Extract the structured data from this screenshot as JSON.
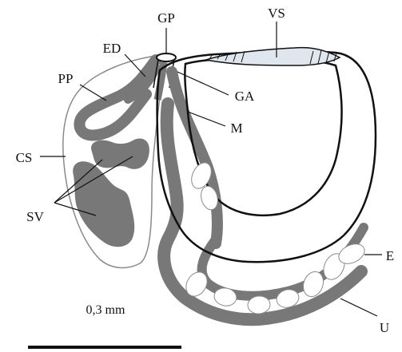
{
  "labels": {
    "gp": "GP",
    "vs": "VS",
    "ed": "ED",
    "pp": "PP",
    "ga": "GA",
    "m": "M",
    "cs": "CS",
    "sv": "SV",
    "e": "E",
    "u": "U"
  },
  "scale_bar": {
    "label": "0,3 mm"
  },
  "colors": {
    "organ_fill": "#787878",
    "outline": "#111111",
    "light_outline": "#8a8a8a",
    "seminal_vesicle_fill": "#dfe6ee"
  }
}
